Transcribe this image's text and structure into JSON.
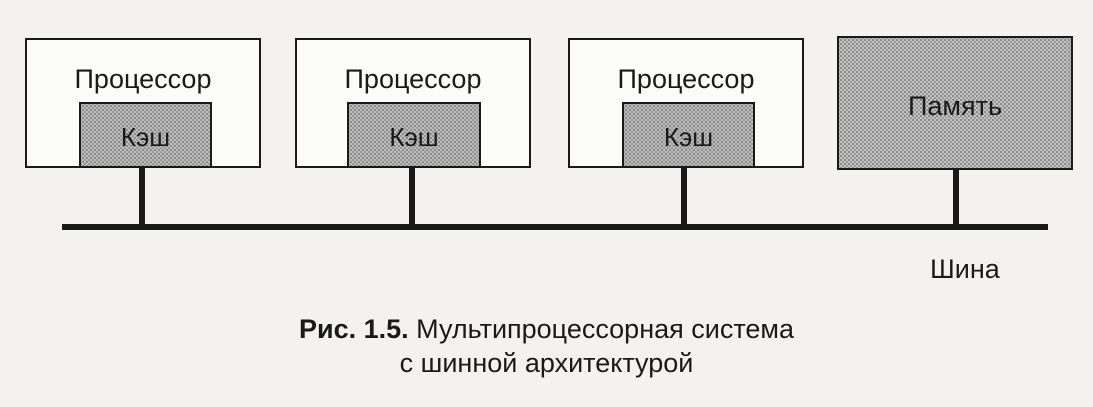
{
  "diagram": {
    "processor_label": "Процессор",
    "cache_label": "Кэш",
    "memory_label": "Память",
    "bus_label": "Шина"
  },
  "caption": {
    "prefix": "Рис. 1.5.",
    "line1": "Мультипроцессорная система",
    "line2": "с шинной архитектурой"
  }
}
